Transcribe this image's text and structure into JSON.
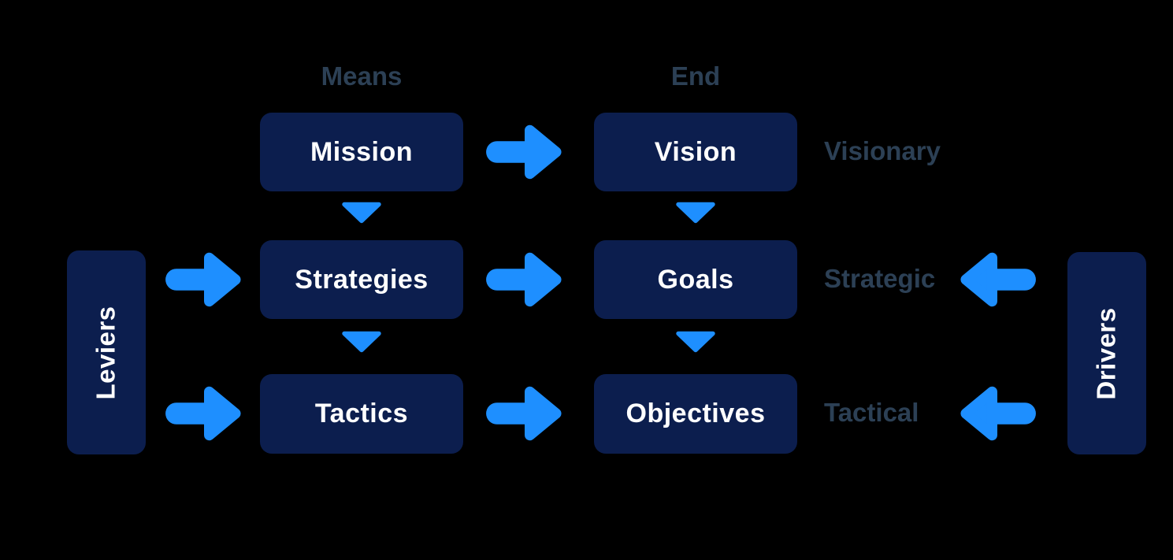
{
  "diagram": {
    "column_headers": {
      "means": "Means",
      "end": "End"
    },
    "rows": [
      {
        "level": "Visionary",
        "means": "Mission",
        "end": "Vision"
      },
      {
        "level": "Strategic",
        "means": "Strategies",
        "end": "Goals"
      },
      {
        "level": "Tactical",
        "means": "Tactics",
        "end": "Objectives"
      }
    ],
    "side_rails": {
      "left": "Leviers",
      "right": "Drivers"
    },
    "connectors": [
      {
        "from": "Mission",
        "to": "Vision",
        "direction": "right"
      },
      {
        "from": "Strategies",
        "to": "Goals",
        "direction": "right"
      },
      {
        "from": "Tactics",
        "to": "Objectives",
        "direction": "right"
      },
      {
        "from": "Leviers",
        "to": "Strategies",
        "direction": "right"
      },
      {
        "from": "Leviers",
        "to": "Tactics",
        "direction": "right"
      },
      {
        "from": "Drivers",
        "to": "Goals",
        "direction": "left"
      },
      {
        "from": "Drivers",
        "to": "Objectives",
        "direction": "left"
      },
      {
        "from": "Mission",
        "to": "Strategies",
        "direction": "down"
      },
      {
        "from": "Vision",
        "to": "Goals",
        "direction": "down"
      },
      {
        "from": "Strategies",
        "to": "Tactics",
        "direction": "down"
      },
      {
        "from": "Goals",
        "to": "Objectives",
        "direction": "down"
      }
    ],
    "icons": {
      "right_arrow": "arrow-right-icon",
      "left_arrow": "arrow-left-icon",
      "down_arrow": "triangle-down-icon"
    },
    "colors": {
      "background": "#000000",
      "box_fill": "#0C1E4E",
      "box_text": "#FFFFFF",
      "arrow_blue": "#1E8FFF",
      "label_slate": "#2C4055"
    }
  }
}
